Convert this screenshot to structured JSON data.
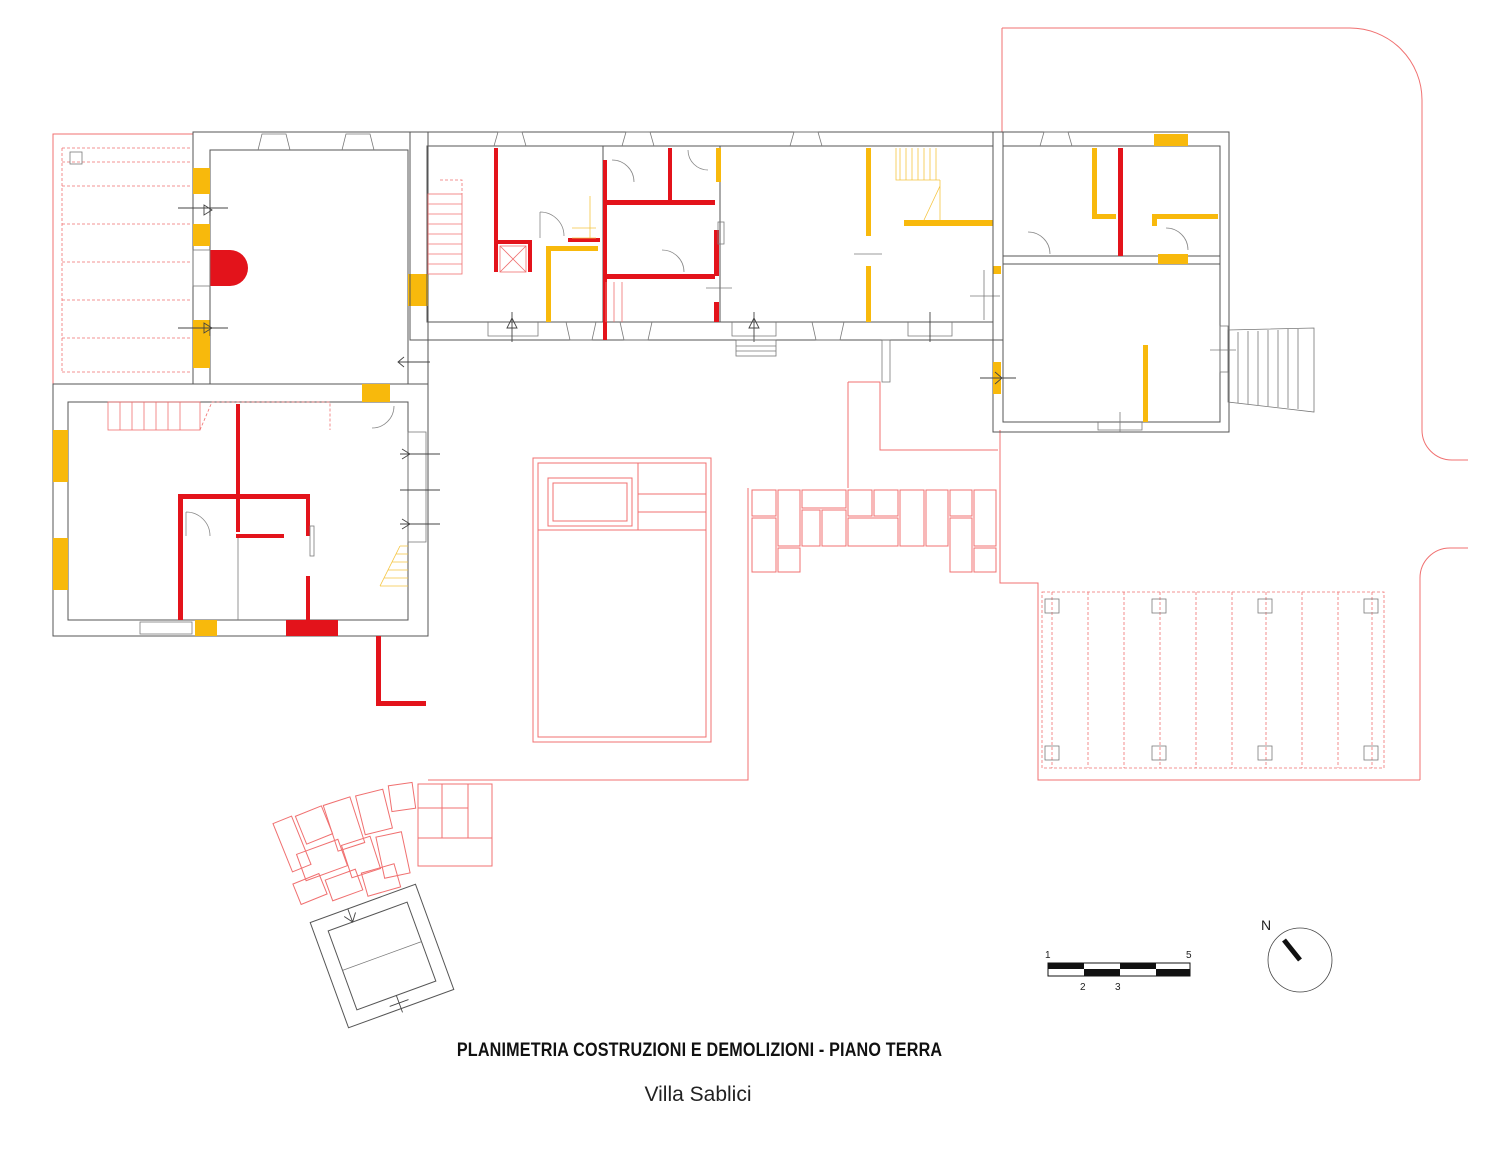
{
  "drawing": {
    "title": "PLANIMETRIA COSTRUZIONI E DEMOLIZIONI -  PIANO TERRA",
    "subtitle": "Villa Sablici"
  },
  "scale_bar": {
    "labels_top": [
      "1",
      "5"
    ],
    "labels_bottom": [
      "2",
      "3"
    ]
  },
  "north_arrow": {
    "label": "N"
  },
  "legend_colors": {
    "demolition": "#e3131b",
    "construction": "#f8b90c",
    "site_lines": "#f07070",
    "existing_walls": "#555555"
  }
}
